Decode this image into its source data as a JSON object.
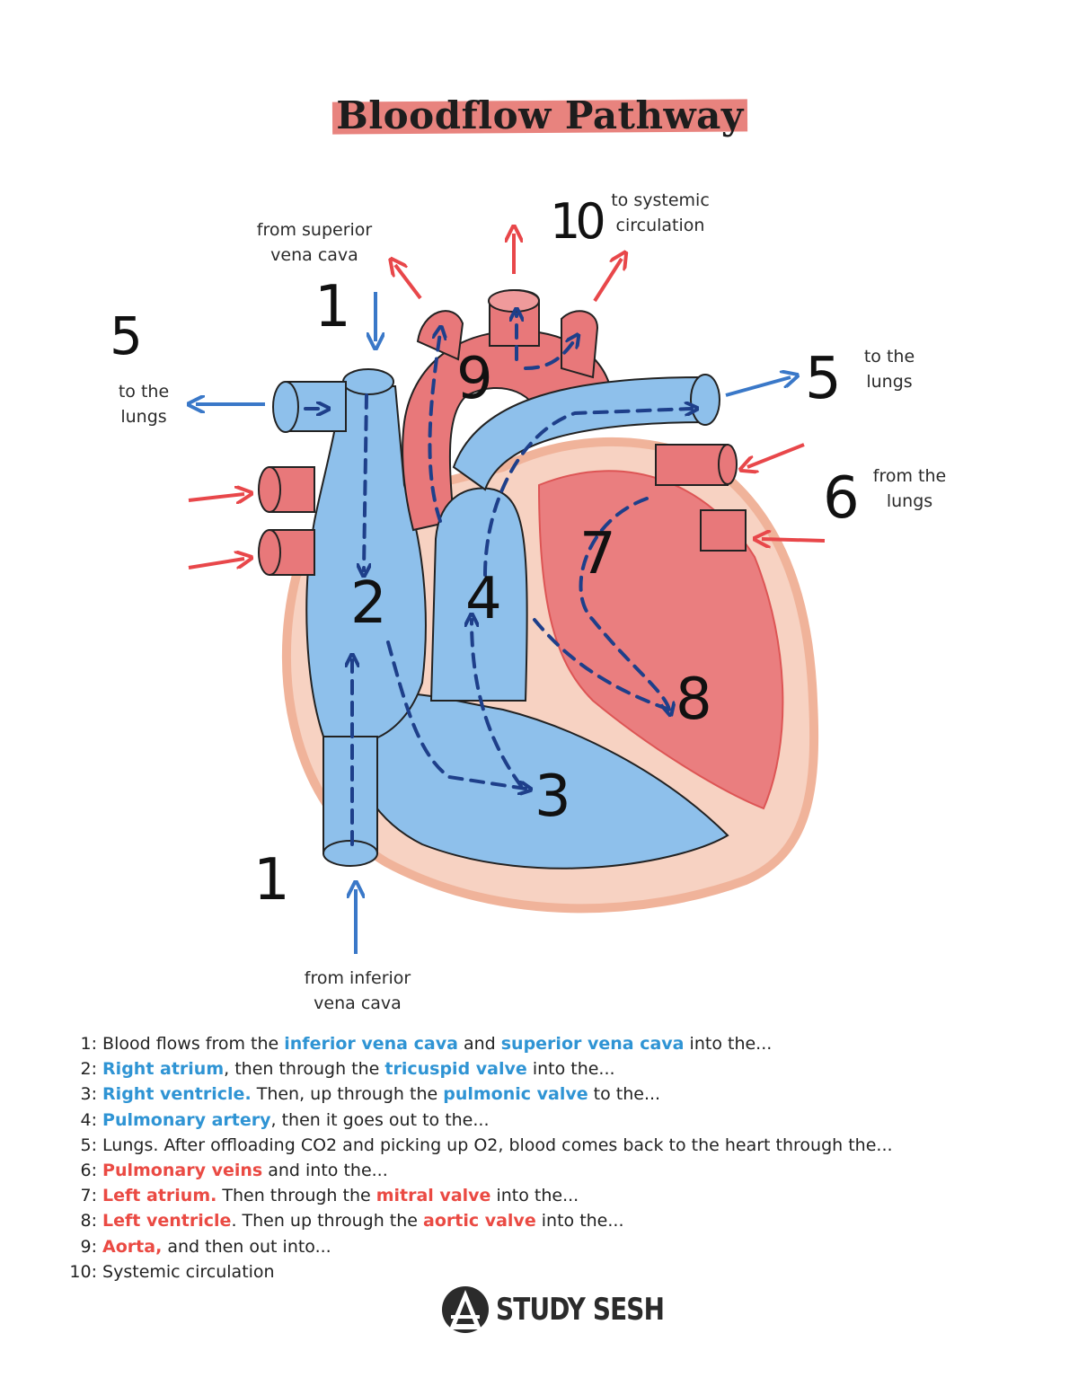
{
  "title": "Bloodflow Pathway",
  "colors": {
    "deoxygenated": "#6fa8dc",
    "oxygenated": "#e8787a",
    "blue_text": "#2f94d4",
    "red_text": "#ea4a43",
    "title_highlight": "#e8837e"
  },
  "diagram": {
    "labels": {
      "superior_vena_cava": [
        "from superior",
        "vena cava"
      ],
      "inferior_vena_cava": [
        "from inferior",
        "vena cava"
      ],
      "systemic": [
        "to systemic",
        "circulation"
      ],
      "lungs_left": [
        "to the",
        "lungs"
      ],
      "lungs_right": [
        "to the",
        "lungs"
      ],
      "from_lungs": [
        "from the",
        "lungs"
      ]
    },
    "numbers": {
      "n1_top": "1",
      "n1_bottom": "1",
      "n2": "2",
      "n3": "3",
      "n4": "4",
      "n5_left": "5",
      "n5_right": "5",
      "n6": "6",
      "n7": "7",
      "n8": "8",
      "n9": "9",
      "n10": "10"
    }
  },
  "steps": [
    {
      "num": "1:",
      "parts": [
        {
          "t": "Blood flows from the ",
          "c": ""
        },
        {
          "t": "inferior vena cava",
          "c": "blue"
        },
        {
          "t": " and ",
          "c": ""
        },
        {
          "t": "superior vena cava",
          "c": "blue"
        },
        {
          "t": " into the...",
          "c": ""
        }
      ]
    },
    {
      "num": "2:",
      "parts": [
        {
          "t": "Right atrium",
          "c": "blue"
        },
        {
          "t": ", then through the ",
          "c": ""
        },
        {
          "t": "tricuspid valve",
          "c": "blue"
        },
        {
          "t": " into the...",
          "c": ""
        }
      ]
    },
    {
      "num": "3:",
      "parts": [
        {
          "t": "Right ventricle.",
          "c": "blue"
        },
        {
          "t": " Then, up through the ",
          "c": ""
        },
        {
          "t": "pulmonic valve",
          "c": "blue"
        },
        {
          "t": " to the...",
          "c": ""
        }
      ]
    },
    {
      "num": "4:",
      "parts": [
        {
          "t": "Pulmonary artery",
          "c": "blue"
        },
        {
          "t": ", then it goes out to the...",
          "c": ""
        }
      ]
    },
    {
      "num": "5:",
      "parts": [
        {
          "t": "Lungs. After offloading CO2 and picking up O2, blood comes back to the heart through the...",
          "c": ""
        }
      ]
    },
    {
      "num": "6:",
      "parts": [
        {
          "t": "Pulmonary veins",
          "c": "red"
        },
        {
          "t": " and into the...",
          "c": ""
        }
      ]
    },
    {
      "num": "7:",
      "parts": [
        {
          "t": "Left atrium.",
          "c": "red"
        },
        {
          "t": " Then through the ",
          "c": ""
        },
        {
          "t": "mitral valve",
          "c": "red"
        },
        {
          "t": " into the...",
          "c": ""
        }
      ]
    },
    {
      "num": "8:",
      "parts": [
        {
          "t": "Left ventricle",
          "c": "red"
        },
        {
          "t": ". Then up through the ",
          "c": ""
        },
        {
          "t": "aortic valve",
          "c": "red"
        },
        {
          "t": " into the...",
          "c": ""
        }
      ]
    },
    {
      "num": "9:",
      "parts": [
        {
          "t": "Aorta,",
          "c": "red"
        },
        {
          "t": " and then out into...",
          "c": ""
        }
      ]
    },
    {
      "num": "10:",
      "parts": [
        {
          "t": "Systemic circulation",
          "c": ""
        }
      ]
    }
  ],
  "logo": {
    "text": "STUDY SESH",
    "icon": "study-sesh-logo-icon"
  }
}
